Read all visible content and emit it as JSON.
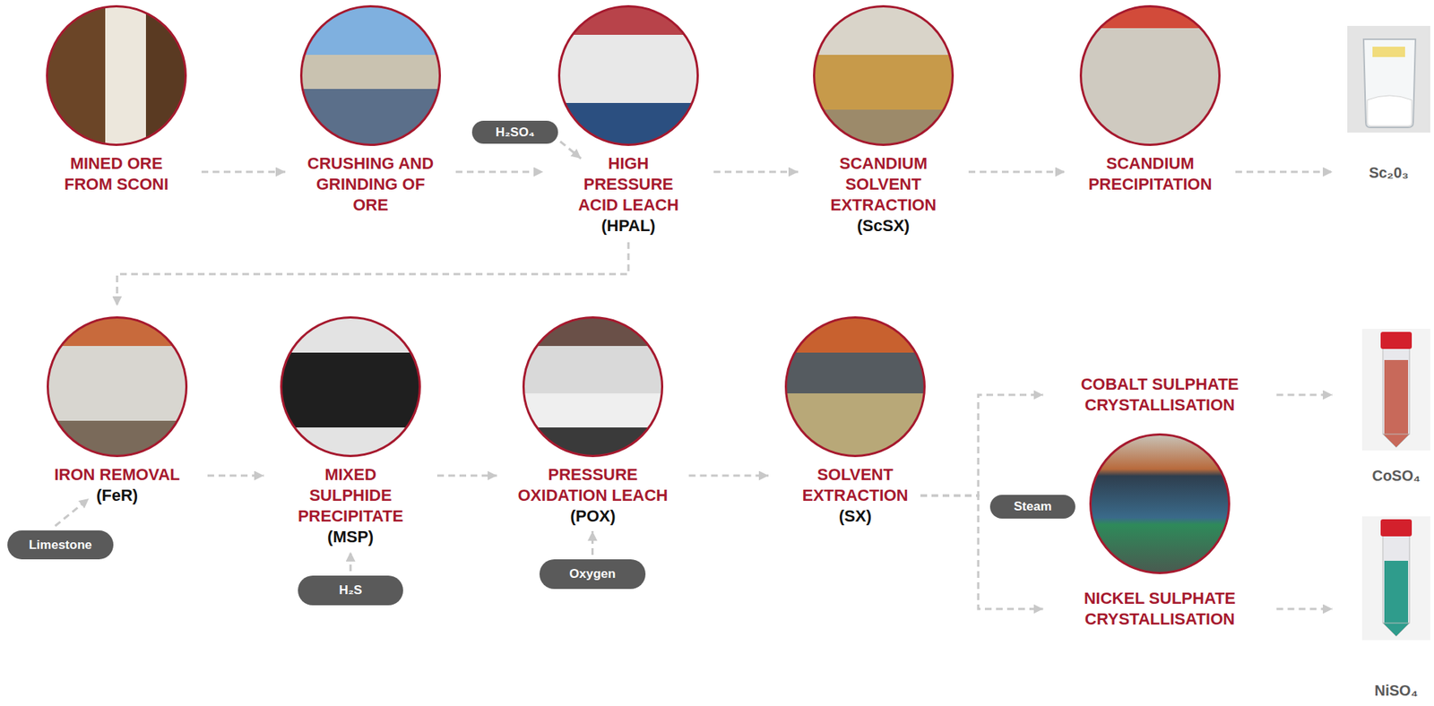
{
  "diagram": {
    "nodes": [
      {
        "text": [
          "MINED ORE FROM SCONI"
        ]
      },
      {
        "text": [
          "CRUSHING AND GRINDING OF ORE"
        ]
      },
      {
        "text": [
          "H₂SO₄"
        ]
      },
      {
        "text": [
          "HIGH PRESSURE ACID LEACH",
          "(HPAL)"
        ]
      },
      {
        "text": [
          "SCANDIUM SOLVENT EXTRACTION",
          "(ScSX)"
        ]
      },
      {
        "text": [
          "SCANDIUM PRECIPITATION"
        ]
      },
      {
        "text": [
          "Sc₂0₃"
        ]
      },
      {
        "text": [
          "IRON REMOVAL",
          "(FeR)"
        ]
      },
      {
        "text": [
          "Limestone"
        ]
      },
      {
        "text": [
          "MIXED SULPHIDE PRECIPITATE",
          "(MSP)"
        ]
      },
      {
        "text": [
          "H₂S"
        ]
      },
      {
        "text": [
          "PRESSURE OXIDATION LEACH",
          "(POX)"
        ]
      },
      {
        "text": [
          "Oxygen"
        ]
      },
      {
        "text": [
          "SOLVENT EXTRACTION",
          "(SX)"
        ]
      },
      {
        "text": [
          "Steam"
        ]
      },
      {
        "text": [
          "COBALT SULPHATE CRYSTALLISATION"
        ]
      },
      {
        "text": [
          "CoSO₄"
        ]
      },
      {
        "text": [
          "NICKEL SULPHATE CRYSTALLISATION"
        ]
      },
      {
        "text": [
          "NiSO₄"
        ]
      }
    ],
    "edges": [
      {
        "from": 0,
        "to": 1,
        "arrow": "to"
      },
      {
        "from": 1,
        "to": 3,
        "arrow": "to"
      },
      {
        "from": 2,
        "to": 3,
        "arrow": "to"
      },
      {
        "from": 3,
        "to": 4,
        "arrow": "to"
      },
      {
        "from": 4,
        "to": 5,
        "arrow": "to"
      },
      {
        "from": 5,
        "to": 6,
        "arrow": "to"
      },
      {
        "from": 3,
        "to": 7,
        "arrow": "to"
      },
      {
        "from": 8,
        "to": 7,
        "arrow": "to"
      },
      {
        "from": 7,
        "to": 9,
        "arrow": "to"
      },
      {
        "from": 10,
        "to": 9,
        "arrow": "to"
      },
      {
        "from": 9,
        "to": 11,
        "arrow": "to"
      },
      {
        "from": 12,
        "to": 11,
        "arrow": "to"
      },
      {
        "from": 11,
        "to": 13,
        "arrow": "to"
      },
      {
        "from": 13,
        "to": 15,
        "arrow": "to"
      },
      {
        "from": 13,
        "to": 17,
        "arrow": "to"
      },
      {
        "from": 15,
        "to": 16,
        "arrow": "to"
      },
      {
        "from": 17,
        "to": 18,
        "arrow": "to"
      }
    ]
  }
}
